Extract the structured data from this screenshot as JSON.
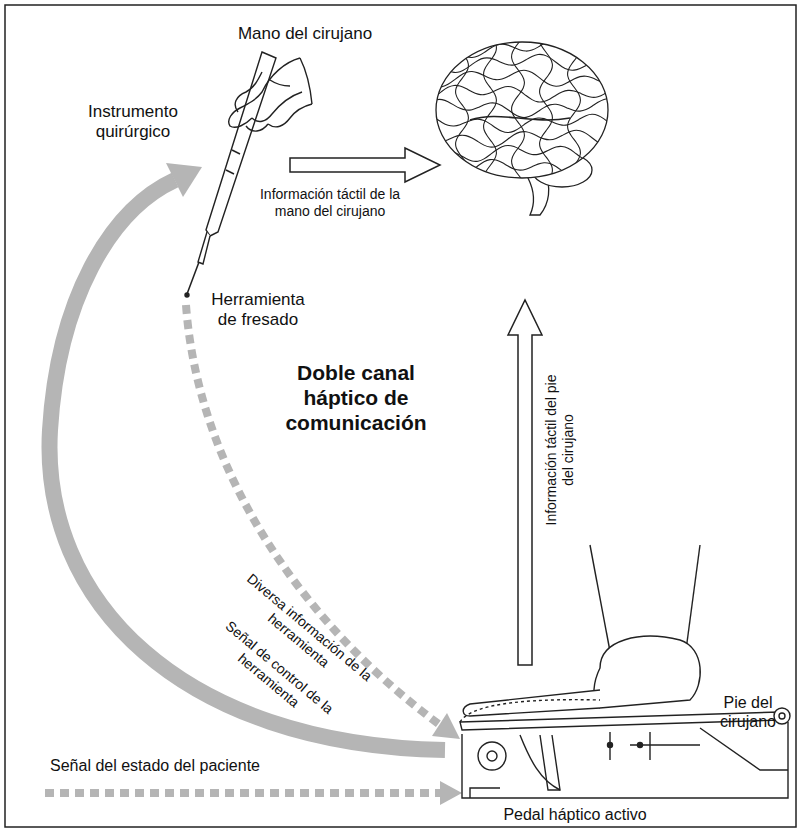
{
  "diagram": {
    "title": "Doble canal háptico de comunicación",
    "labels": [
      "Mano del cirujano",
      "Instrumento quirúrgico",
      "Información táctil de la mano del cirujano",
      "Herramienta de fresado",
      "Diversa información de la herramienta",
      "Señal de control de la herramienta",
      "Información táctil del pie del cirujano",
      "Pie del cirujano",
      "Señal del estado del paciente",
      "Pedal háptico activo"
    ]
  }
}
